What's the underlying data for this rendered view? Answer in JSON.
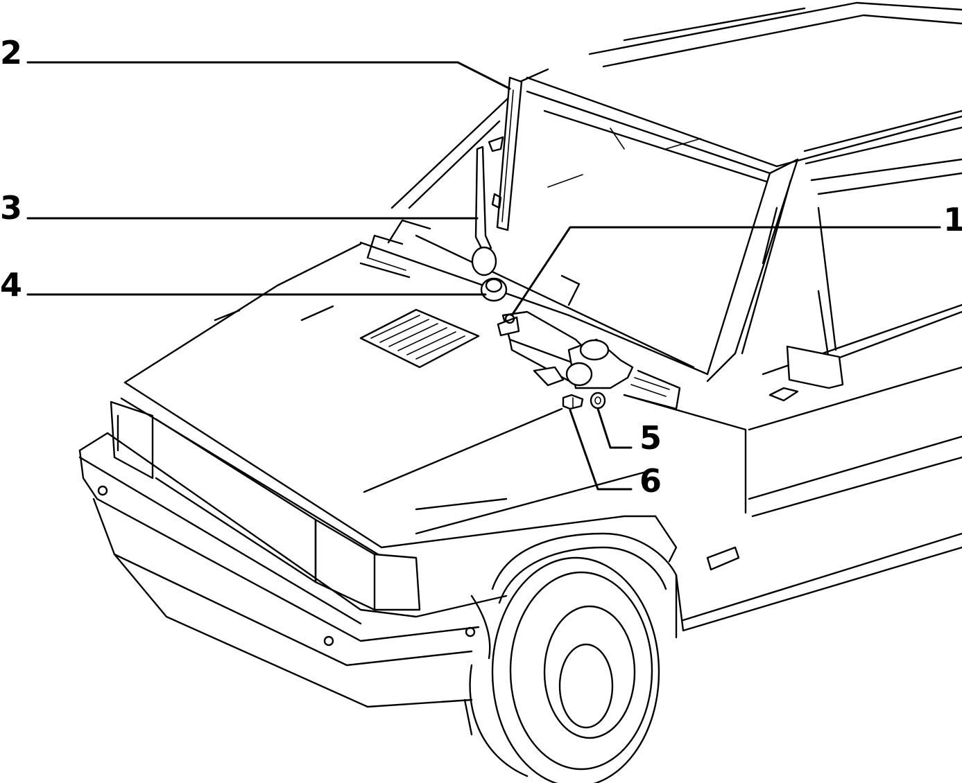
{
  "diagram": {
    "callouts": [
      {
        "id": "1",
        "label": "1",
        "part": "wiper-motor-assembly"
      },
      {
        "id": "2",
        "label": "2",
        "part": "wiper-blade"
      },
      {
        "id": "3",
        "label": "3",
        "part": "wiper-arm"
      },
      {
        "id": "4",
        "label": "4",
        "part": "spindle-nut"
      },
      {
        "id": "5",
        "label": "5",
        "part": "washer"
      },
      {
        "id": "6",
        "label": "6",
        "part": "mounting-bolt"
      }
    ]
  }
}
